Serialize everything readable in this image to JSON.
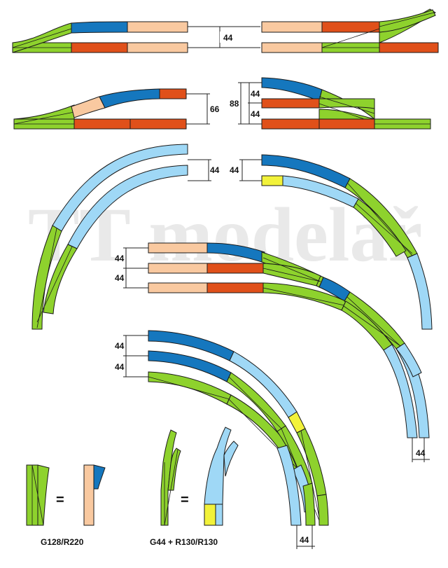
{
  "watermark": "TT modelář",
  "colors": {
    "green": "#8ed22d",
    "dark_blue": "#1577be",
    "light_blue": "#9fd8f6",
    "red": "#e0501a",
    "peach": "#f9c9a0",
    "yellow": "#f2f23a",
    "outline": "#1a1a1a",
    "dimension_line": "#222222"
  },
  "dimensions": {
    "d1": "44",
    "d2": "66",
    "d3": "88",
    "d4a": "44",
    "d4b": "44",
    "d5": "44",
    "d6": "44",
    "d7a": "44",
    "d7b": "44",
    "d8a": "44",
    "d8b": "44",
    "d9": "44",
    "d10": "44"
  },
  "legend": {
    "equals_1": "=",
    "equals_2": "=",
    "caption_1": "G128/R220",
    "caption_2": "G44 + R130/R130"
  }
}
